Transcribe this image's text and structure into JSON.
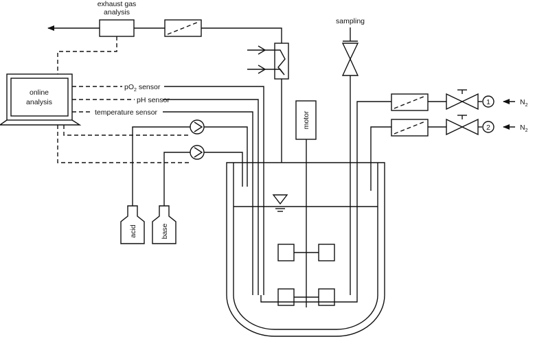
{
  "labels": {
    "exhaust_line1": "exhaust gas",
    "exhaust_line2": "analysis",
    "sampling": "sampling",
    "online_line1": "online",
    "online_line2": "analysis",
    "po2_prefix": "pO",
    "po2_sub": "2",
    "po2_suffix": " sensor",
    "ph_sensor": "pH sensor",
    "temp_sensor": "temperature sensor",
    "motor": "motor",
    "acid": "acid",
    "base": "base",
    "n2_main": "N",
    "n2_sub": "2",
    "flow1": "1",
    "flow2": "2"
  }
}
